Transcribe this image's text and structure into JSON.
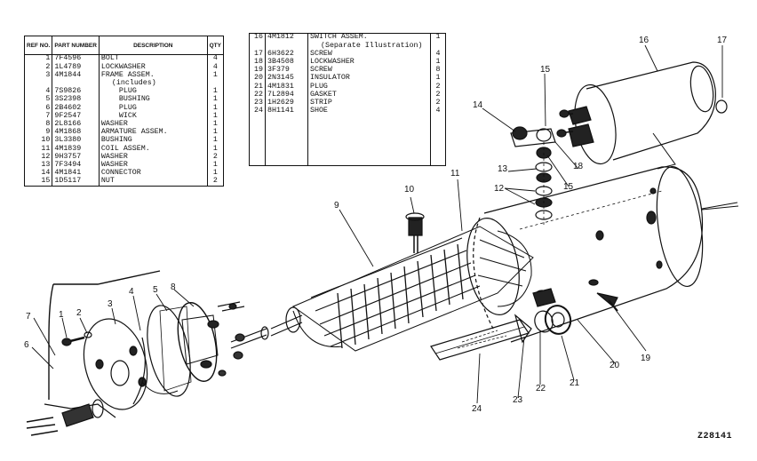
{
  "table_left": {
    "headers": {
      "ref": "REF NO.",
      "part": "PART NUMBER",
      "desc": "DESCRIPTION",
      "qty": "QTY"
    },
    "rows": [
      {
        "ref": "1",
        "part": "7F4596",
        "desc": "BOLT",
        "qty": "4",
        "style": ""
      },
      {
        "ref": "2",
        "part": "1L4789",
        "desc": "LOCKWASHER",
        "qty": "4",
        "style": ""
      },
      {
        "ref": "3",
        "part": "4M1844",
        "desc": "FRAME ASSEM.",
        "qty": "1",
        "style": ""
      },
      {
        "ref": "",
        "part": "",
        "desc": "(includes)",
        "qty": "",
        "style": "sub"
      },
      {
        "ref": "4",
        "part": "7S9826",
        "desc": "PLUG",
        "qty": "1",
        "style": "indent"
      },
      {
        "ref": "5",
        "part": "3S2398",
        "desc": "BUSHING",
        "qty": "1",
        "style": "indent"
      },
      {
        "ref": "6",
        "part": "2B4602",
        "desc": "PLUG",
        "qty": "1",
        "style": "indent"
      },
      {
        "ref": "7",
        "part": "9F2547",
        "desc": "WICK",
        "qty": "1",
        "style": "indent"
      },
      {
        "ref": "8",
        "part": "2L8166",
        "desc": "WASHER",
        "qty": "1",
        "style": ""
      },
      {
        "ref": "9",
        "part": "4M1868",
        "desc": "ARMATURE ASSEM.",
        "qty": "1",
        "style": ""
      },
      {
        "ref": "10",
        "part": "3L3380",
        "desc": "BUSHING",
        "qty": "1",
        "style": ""
      },
      {
        "ref": "11",
        "part": "4M1839",
        "desc": "COIL ASSEM.",
        "qty": "1",
        "style": ""
      },
      {
        "ref": "12",
        "part": "9H3757",
        "desc": "WASHER",
        "qty": "2",
        "style": ""
      },
      {
        "ref": "13",
        "part": "7F3494",
        "desc": "WASHER",
        "qty": "1",
        "style": ""
      },
      {
        "ref": "14",
        "part": "4M1841",
        "desc": "CONNECTOR",
        "qty": "1",
        "style": ""
      },
      {
        "ref": "15",
        "part": "1D5117",
        "desc": "NUT",
        "qty": "2",
        "style": ""
      }
    ]
  },
  "table_right": {
    "rows": [
      {
        "ref": "16",
        "part": "4M1812",
        "desc": "SWITCH ASSEM.",
        "qty": "1",
        "style": ""
      },
      {
        "ref": "",
        "part": "",
        "desc": "(Separate Illustration)",
        "qty": "",
        "style": "sub"
      },
      {
        "ref": "17",
        "part": "6H3622",
        "desc": "SCREW",
        "qty": "4",
        "style": ""
      },
      {
        "ref": "18",
        "part": "3B4508",
        "desc": "LOCKWASHER",
        "qty": "1",
        "style": ""
      },
      {
        "ref": "19",
        "part": "3F379",
        "desc": "SCREW",
        "qty": "8",
        "style": ""
      },
      {
        "ref": "20",
        "part": "2N3145",
        "desc": "INSULATOR",
        "qty": "1",
        "style": ""
      },
      {
        "ref": "21",
        "part": "4M1831",
        "desc": "PLUG",
        "qty": "2",
        "style": ""
      },
      {
        "ref": "22",
        "part": "7L2894",
        "desc": "GASKET",
        "qty": "2",
        "style": ""
      },
      {
        "ref": "23",
        "part": "1H2629",
        "desc": "STRIP",
        "qty": "2",
        "style": ""
      },
      {
        "ref": "24",
        "part": "8H1141",
        "desc": "SHOE",
        "qty": "4",
        "style": ""
      }
    ]
  },
  "callouts": [
    "1",
    "2",
    "3",
    "4",
    "5",
    "6",
    "7",
    "8",
    "9",
    "10",
    "11",
    "12",
    "13",
    "14",
    "15",
    "15",
    "16",
    "17",
    "18",
    "19",
    "20",
    "21",
    "22",
    "23",
    "24"
  ],
  "drawing_id": "Z28141"
}
